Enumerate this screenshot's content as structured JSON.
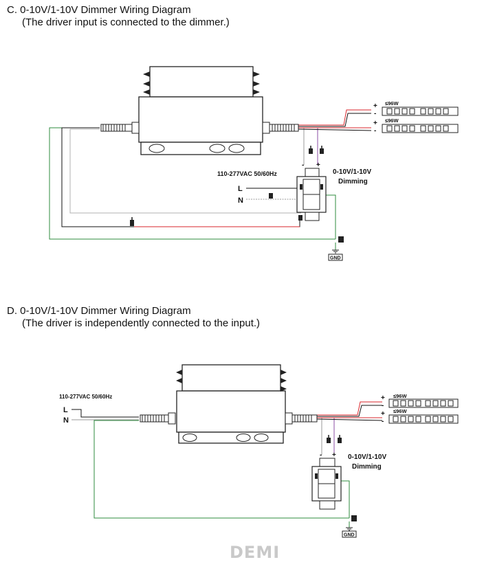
{
  "section_c": {
    "title": "C. 0-10V/1-10V Dimmer Wiring Diagram",
    "subtitle": "(The driver input is connected to the dimmer.)",
    "input_label": "110-277VAC 50/60Hz",
    "l_label": "L",
    "n_label": "N",
    "dimming_line1": "0-10V/1-10V",
    "dimming_line2": "Dimming",
    "strip1_watt": "≤96W",
    "strip2_watt": "≤96W",
    "plus": "+",
    "minus": "-",
    "gnd": "GND"
  },
  "section_d": {
    "title": "D. 0-10V/1-10V Dimmer Wiring Diagram",
    "subtitle": "(The driver is independently connected to the input.)",
    "input_label": "110-277VAC 50/60Hz",
    "l_label": "L",
    "n_label": "N",
    "dimming_line1": "0-10V/1-10V",
    "dimming_line2": "Dimming",
    "strip1_watt": "≤96W",
    "strip2_watt": "≤96W",
    "plus": "+",
    "minus": "-",
    "gnd": "GND"
  },
  "watermark": "DEMI",
  "colors": {
    "red": "#d9262b",
    "green": "#2e8b3e",
    "gray": "#9a9a9a",
    "purple": "#8b4da6",
    "black": "#111111"
  }
}
